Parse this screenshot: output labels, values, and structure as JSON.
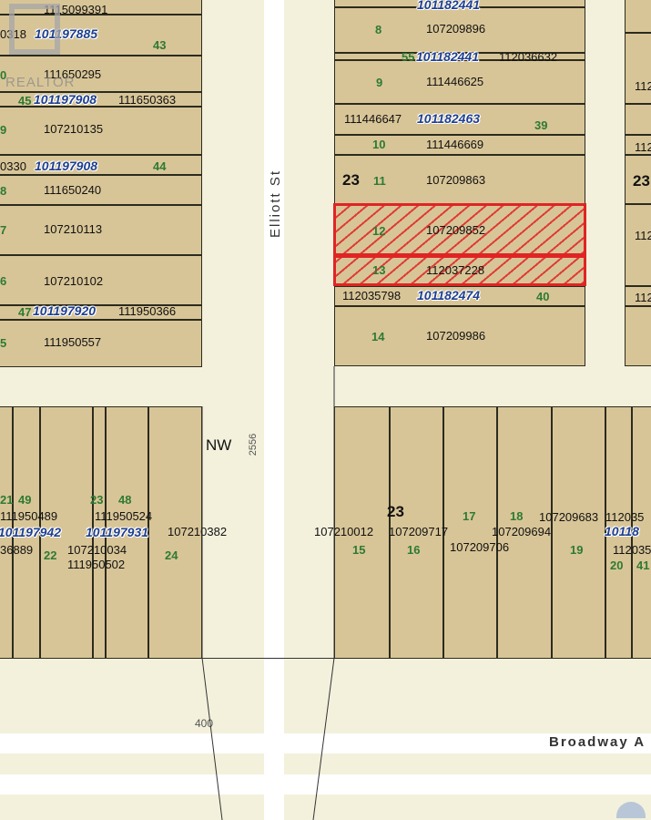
{
  "watermark": {
    "text": "REALTOR"
  },
  "streets": {
    "elliott": "Elliott St",
    "broadway": "Broadway A",
    "nw": "NW",
    "num_2556": "2556",
    "num_400": "400"
  },
  "left_strip": {
    "pids": [
      "101197885",
      "101197908",
      "101197908",
      "101197920"
    ],
    "rows": [
      {
        "lot": "",
        "id": "111509939",
        "id_trunc": "1115099391"
      },
      {
        "lot": "",
        "id": "0318"
      },
      {
        "lot": "43"
      },
      {
        "lot": "0",
        "id": "111650295"
      },
      {
        "lot": "45",
        "id": "111650363"
      },
      {
        "lot": "9",
        "id": "107210135"
      },
      {
        "lot": "",
        "id": "0330"
      },
      {
        "lot": "44"
      },
      {
        "lot": "8",
        "id": "111650240"
      },
      {
        "lot": "7",
        "id": "107210113"
      },
      {
        "lot": "6",
        "id": "107210102"
      },
      {
        "lot": "47",
        "id": "111950366"
      },
      {
        "lot": "5",
        "id": "111950557"
      }
    ]
  },
  "middle_block": {
    "block": "23",
    "pids": [
      "101182441",
      "101182441",
      "101182463",
      "101182474"
    ],
    "rows": [
      {
        "lot": "8",
        "id": "107209896"
      },
      {
        "lot": "55",
        "id": "112036632"
      },
      {
        "lot": "9",
        "id": "111446625"
      },
      {
        "lot": "",
        "id": "111446647"
      },
      {
        "lot": "39"
      },
      {
        "lot": "10",
        "id": "111446669"
      },
      {
        "lot": "11",
        "id": "107209863"
      },
      {
        "lot": "12",
        "id": "107209852"
      },
      {
        "lot": "13",
        "id": "112037228"
      },
      {
        "lot": "",
        "id": "112035798"
      },
      {
        "lot": "40"
      },
      {
        "lot": "14",
        "id": "107209986"
      }
    ]
  },
  "right_edge": {
    "block": "23",
    "ids": [
      "112",
      "112",
      "112",
      "112"
    ]
  },
  "bottom_left": {
    "lots": [
      "49",
      "21",
      "23",
      "48",
      "22",
      "24"
    ],
    "pids": [
      "101197942",
      "101197931"
    ],
    "ids": [
      "111950489",
      "111950524",
      "107210382",
      "36889",
      "107210034",
      "111950502"
    ]
  },
  "bottom_right": {
    "block": "23",
    "lots": [
      "17",
      "18",
      "15",
      "16",
      "19",
      "20",
      "41"
    ],
    "ids": [
      "107210012",
      "107209717",
      "107209694",
      "107209683",
      "107209706",
      "112035",
      "112035"
    ],
    "pid": "10118"
  }
}
